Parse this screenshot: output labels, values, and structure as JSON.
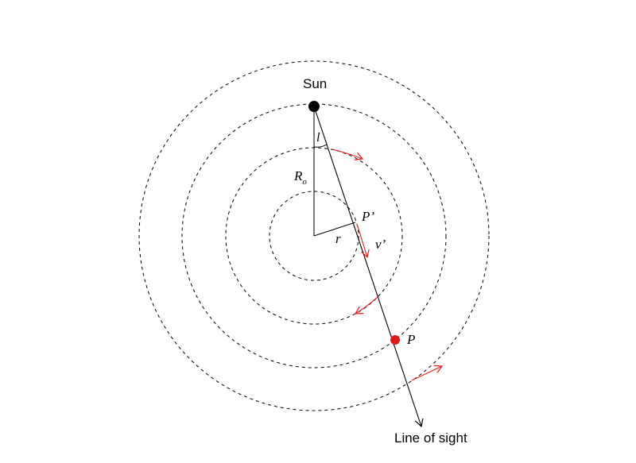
{
  "diagram": {
    "labels": {
      "sun": "Sun",
      "angle": "l",
      "distance_sun": "R",
      "distance_sun_subscript": "o",
      "radius": "r",
      "tangent_point": "P’",
      "velocity": "v’",
      "point": "P",
      "line_of_sight": "Line of sight"
    },
    "colors": {
      "orbit": "#000000",
      "rotation_arrow": "#e31a1c",
      "point_marker": "#e31a1c",
      "sun_marker": "#000000"
    },
    "icons": {
      "sun": "filled-circle",
      "point": "filled-red-circle",
      "line_of_sight_end": "arrowhead"
    }
  }
}
